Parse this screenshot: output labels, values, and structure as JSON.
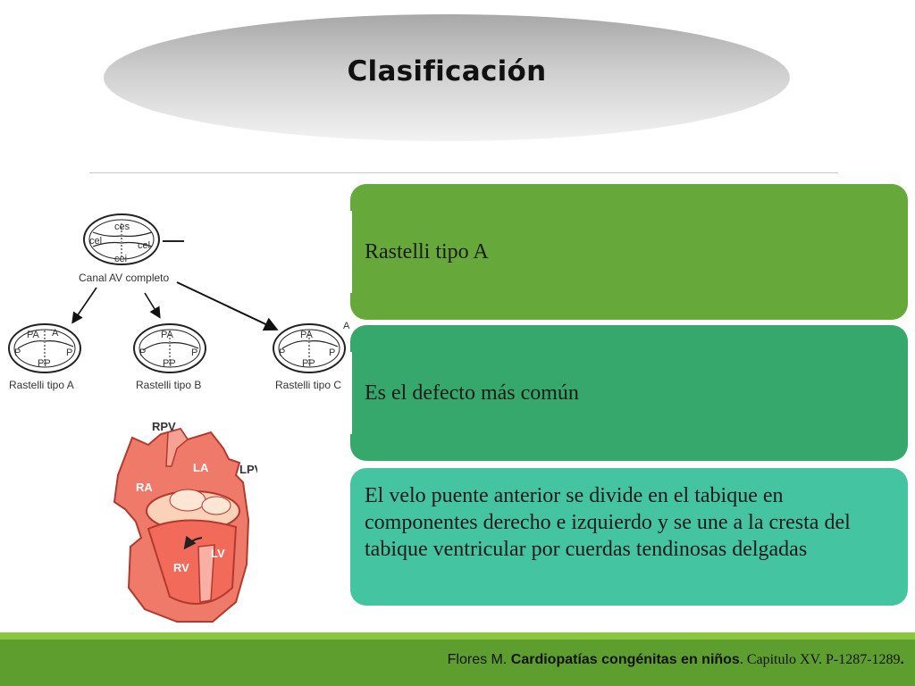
{
  "title": "Clasificación",
  "boxes": [
    {
      "text": "Rastelli tipo A",
      "color": "#66a83a"
    },
    {
      "text": "Es el defecto  más común",
      "color": "#36a86b"
    },
    {
      "text": "El velo puente anterior se divide en el tabique en componentes derecho e izquierdo y se une a la cresta del tabique ventricular por cuerdas tendinosas delgadas",
      "color": "#44c4a1"
    }
  ],
  "diagram": {
    "top_caption": "Canal AV completo",
    "top_labels": {
      "ces": "ces",
      "cel_left": "cel",
      "cel_right": "cel",
      "cei": "cei"
    },
    "captions": [
      "Rastelli tipo A",
      "Rastelli tipo B",
      "Rastelli tipo C"
    ],
    "valve_labels": {
      "pa": "PA",
      "pp": "PP",
      "p": "P",
      "a": "A"
    }
  },
  "heart_labels": {
    "rpv": "RPV",
    "la": "LA",
    "lpv": "LPV",
    "ra": "RA",
    "lv": "LV",
    "rv": "RV"
  },
  "footer": {
    "author": "Flores M. ",
    "book": "Cardiopatías congénitas en niños",
    "rest": ". Capitulo XV. P-1287-1289",
    "end": "."
  }
}
